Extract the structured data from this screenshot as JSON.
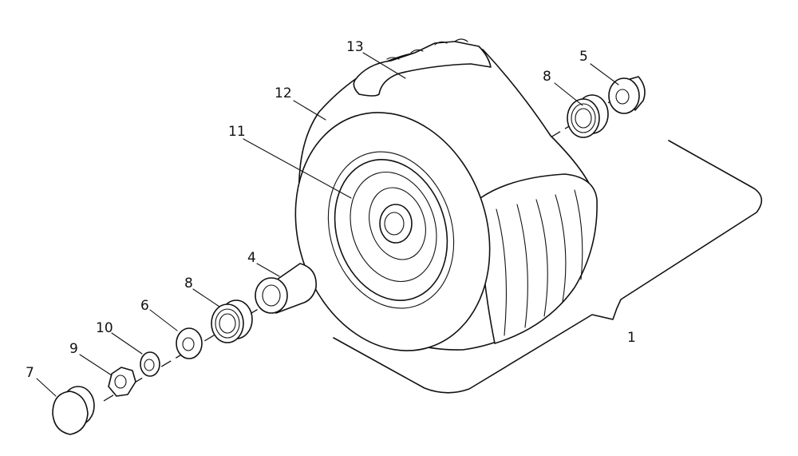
{
  "callouts": [
    {
      "key": "c13",
      "number": "13"
    },
    {
      "key": "c5",
      "number": "5"
    },
    {
      "key": "c8a",
      "number": "8"
    },
    {
      "key": "c12",
      "number": "12"
    },
    {
      "key": "c11",
      "number": "11"
    },
    {
      "key": "c4",
      "number": "4"
    },
    {
      "key": "c8b",
      "number": "8"
    },
    {
      "key": "c6",
      "number": "6"
    },
    {
      "key": "c10",
      "number": "10"
    },
    {
      "key": "c9",
      "number": "9"
    },
    {
      "key": "c7",
      "number": "7"
    },
    {
      "key": "c1",
      "number": "1"
    }
  ]
}
